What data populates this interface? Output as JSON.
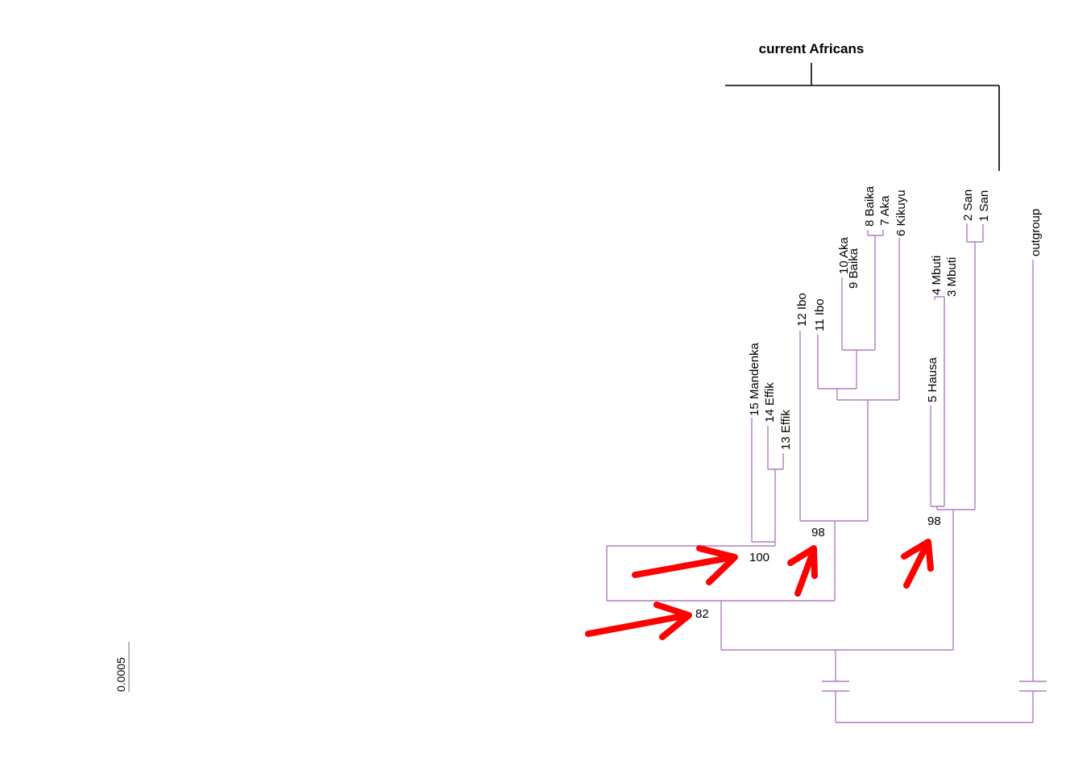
{
  "title": "current Africans",
  "scale_label": "0.0005",
  "colors": {
    "branch": "#b07cc6",
    "bracket": "#000000",
    "arrow": "#ff0000"
  },
  "taxa": [
    {
      "id": "t15",
      "label": "15 Mandenka"
    },
    {
      "id": "t14",
      "label": "14 Effik"
    },
    {
      "id": "t13",
      "label": "13 Effik"
    },
    {
      "id": "t12",
      "label": "12 Ibo"
    },
    {
      "id": "t11",
      "label": "11 Ibo"
    },
    {
      "id": "t10",
      "label": "10 Aka"
    },
    {
      "id": "t9",
      "label": "9 Baika"
    },
    {
      "id": "t8",
      "label": "8 Baika"
    },
    {
      "id": "t7",
      "label": "7 Aka"
    },
    {
      "id": "t6",
      "label": "6 Kikuyu"
    },
    {
      "id": "t5",
      "label": "5 Hausa"
    },
    {
      "id": "t4",
      "label": "4 Mbuti"
    },
    {
      "id": "t3",
      "label": "3 Mbuti"
    },
    {
      "id": "t2",
      "label": "2 San"
    },
    {
      "id": "t1",
      "label": "1 San"
    },
    {
      "id": "out",
      "label": "outgroup"
    }
  ],
  "bootstrap": [
    {
      "id": "b100",
      "value": "100"
    },
    {
      "id": "b98a",
      "value": "98"
    },
    {
      "id": "b98b",
      "value": "98"
    },
    {
      "id": "b82",
      "value": "82"
    }
  ],
  "arrow_count": 4
}
